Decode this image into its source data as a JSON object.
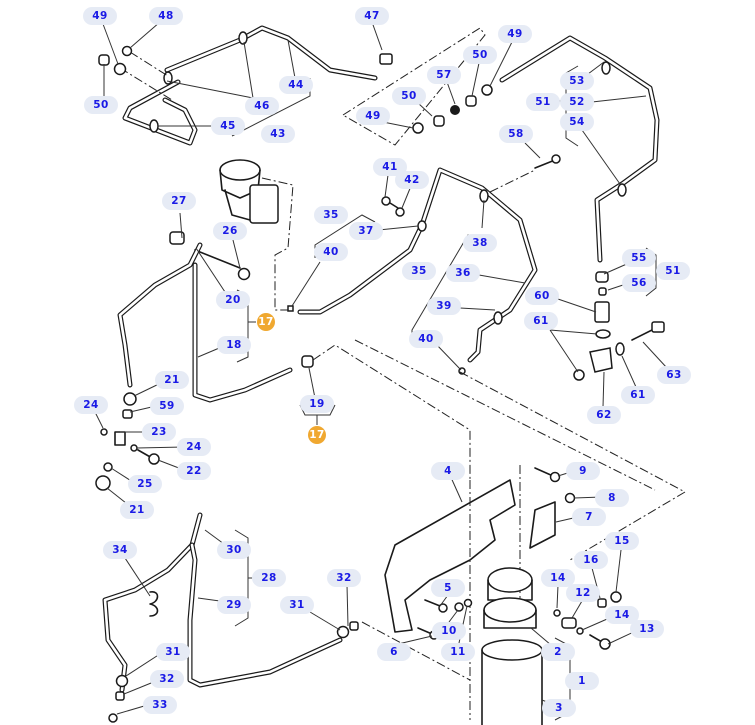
{
  "diagram": {
    "title": "Fuel system exploded parts diagram",
    "accent_colors": {
      "callout_text": "#1a1ae6",
      "callout_bg": "#e6ebf5",
      "kit_badge": "#f0a830"
    },
    "callouts": [
      {
        "id": "c49a",
        "label": "49"
      },
      {
        "id": "c48",
        "label": "48"
      },
      {
        "id": "c50a",
        "label": "50"
      },
      {
        "id": "c44",
        "label": "44"
      },
      {
        "id": "c46",
        "label": "46"
      },
      {
        "id": "c45",
        "label": "45"
      },
      {
        "id": "c43",
        "label": "43"
      },
      {
        "id": "c47",
        "label": "47"
      },
      {
        "id": "c50b",
        "label": "50"
      },
      {
        "id": "c57",
        "label": "57"
      },
      {
        "id": "c50c",
        "label": "50"
      },
      {
        "id": "c49b",
        "label": "49"
      },
      {
        "id": "c49c",
        "label": "49"
      },
      {
        "id": "c53",
        "label": "53"
      },
      {
        "id": "c51a",
        "label": "51"
      },
      {
        "id": "c52",
        "label": "52"
      },
      {
        "id": "c54",
        "label": "54"
      },
      {
        "id": "c58",
        "label": "58"
      },
      {
        "id": "c41",
        "label": "41"
      },
      {
        "id": "c42",
        "label": "42"
      },
      {
        "id": "c35a",
        "label": "35"
      },
      {
        "id": "c37",
        "label": "37"
      },
      {
        "id": "c40a",
        "label": "40"
      },
      {
        "id": "c38",
        "label": "38"
      },
      {
        "id": "c35b",
        "label": "35"
      },
      {
        "id": "c36",
        "label": "36"
      },
      {
        "id": "c39",
        "label": "39"
      },
      {
        "id": "c40b",
        "label": "40"
      },
      {
        "id": "c27",
        "label": "27"
      },
      {
        "id": "c26",
        "label": "26"
      },
      {
        "id": "c20",
        "label": "20"
      },
      {
        "id": "c17a",
        "label": "17",
        "kit": true
      },
      {
        "id": "c18",
        "label": "18"
      },
      {
        "id": "c55",
        "label": "55"
      },
      {
        "id": "c56",
        "label": "56"
      },
      {
        "id": "c51b",
        "label": "51"
      },
      {
        "id": "c60",
        "label": "60"
      },
      {
        "id": "c61a",
        "label": "61"
      },
      {
        "id": "c63",
        "label": "63"
      },
      {
        "id": "c61b",
        "label": "61"
      },
      {
        "id": "c62",
        "label": "62"
      },
      {
        "id": "c19",
        "label": "19"
      },
      {
        "id": "c17b",
        "label": "17",
        "kit": true
      },
      {
        "id": "c21a",
        "label": "21"
      },
      {
        "id": "c24a",
        "label": "24"
      },
      {
        "id": "c59",
        "label": "59"
      },
      {
        "id": "c23",
        "label": "23"
      },
      {
        "id": "c24b",
        "label": "24"
      },
      {
        "id": "c22",
        "label": "22"
      },
      {
        "id": "c25",
        "label": "25"
      },
      {
        "id": "c21b",
        "label": "21"
      },
      {
        "id": "c4",
        "label": "4"
      },
      {
        "id": "c9",
        "label": "9"
      },
      {
        "id": "c8",
        "label": "8"
      },
      {
        "id": "c7",
        "label": "7"
      },
      {
        "id": "c15",
        "label": "15"
      },
      {
        "id": "c16",
        "label": "16"
      },
      {
        "id": "c14a",
        "label": "14"
      },
      {
        "id": "c12",
        "label": "12"
      },
      {
        "id": "c14b",
        "label": "14"
      },
      {
        "id": "c13",
        "label": "13"
      },
      {
        "id": "c5",
        "label": "5"
      },
      {
        "id": "c10",
        "label": "10"
      },
      {
        "id": "c11",
        "label": "11"
      },
      {
        "id": "c6",
        "label": "6"
      },
      {
        "id": "c2",
        "label": "2"
      },
      {
        "id": "c1",
        "label": "1"
      },
      {
        "id": "c3",
        "label": "3"
      },
      {
        "id": "c34",
        "label": "34"
      },
      {
        "id": "c30",
        "label": "30"
      },
      {
        "id": "c28",
        "label": "28"
      },
      {
        "id": "c29",
        "label": "29"
      },
      {
        "id": "c32a",
        "label": "32"
      },
      {
        "id": "c31a",
        "label": "31"
      },
      {
        "id": "c31b",
        "label": "31"
      },
      {
        "id": "c32b",
        "label": "32"
      },
      {
        "id": "c33",
        "label": "33"
      }
    ]
  }
}
